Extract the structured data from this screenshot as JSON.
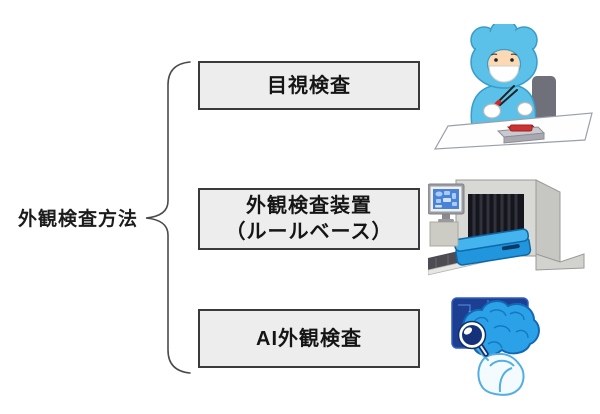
{
  "diagram": {
    "root_label": "外観検査方法",
    "boxes": [
      {
        "id": "visual-inspection",
        "lines": [
          "目視検査"
        ]
      },
      {
        "id": "rule-based-machine",
        "lines": [
          "外観検査装置",
          "（ルールベース）"
        ]
      },
      {
        "id": "ai-inspection",
        "lines": [
          "AI外観検査"
        ]
      }
    ],
    "illustrations": [
      {
        "name": "worker-visual-inspection-illustration"
      },
      {
        "name": "xray-inspection-machine-illustration"
      },
      {
        "name": "ai-brain-magnifier-illustration"
      }
    ],
    "colors": {
      "box_background": "#ededed",
      "box_border": "#3a3a3a",
      "brace_stroke": "#4a4a4a",
      "suit_blue": "#5cc1e9",
      "machine_gray": "#d8d8d4",
      "suitcase_blue": "#2196dd",
      "circuit_navy": "#1c3f92",
      "brain_blue": "#2ba2e8"
    }
  }
}
